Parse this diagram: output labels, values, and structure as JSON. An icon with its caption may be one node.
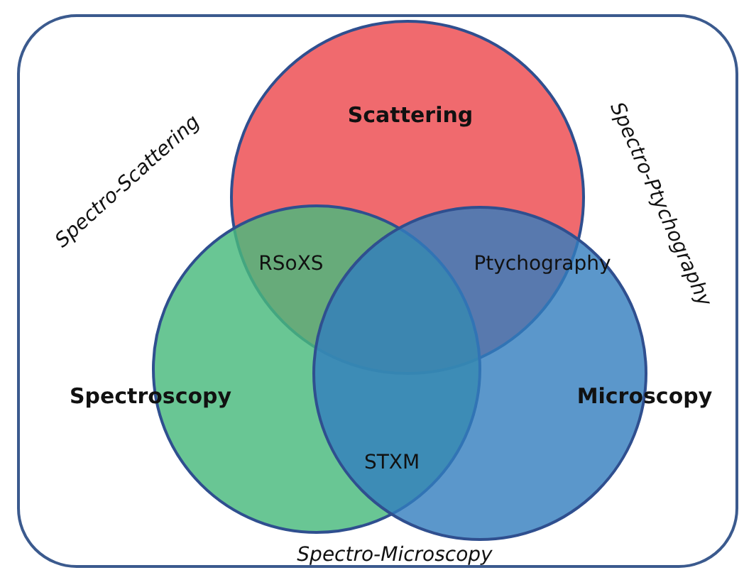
{
  "diagram": {
    "nodes": [
      {
        "text": [],
        "shape": "box"
      },
      {
        "text": [
          "Scattering"
        ],
        "in": 0
      },
      {
        "text": [
          "Spectroscopy"
        ],
        "in": 0
      },
      {
        "text": [
          "Microscopy"
        ],
        "in": 0
      }
    ],
    "edges": [],
    "labels": [
      "Spectro-Scattering",
      "Spectro-Ptychography",
      "RSoXS",
      "Ptychography",
      "STXM",
      "Spectro-Microscopy"
    ]
  }
}
